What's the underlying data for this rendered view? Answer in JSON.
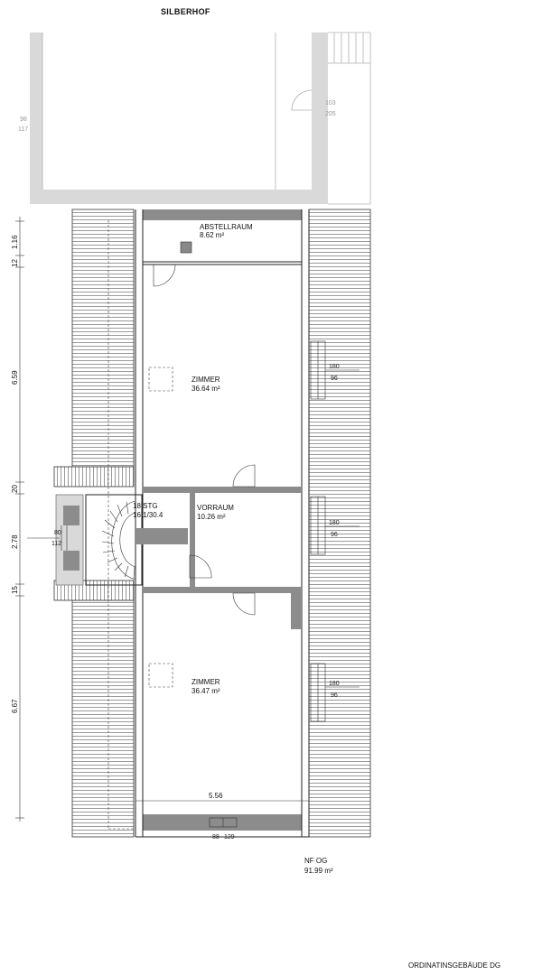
{
  "header": {
    "building": "SILBERHOF"
  },
  "rooms": {
    "abstellraum": {
      "name": "ABSTELLRAUM",
      "area": "8.62 m²"
    },
    "zimmer_top": {
      "name": "ZIMMER",
      "area": "36.64 m²"
    },
    "vorraum": {
      "name": "VORRAUM",
      "area": "10.26 m²"
    },
    "zimmer_bottom": {
      "name": "ZIMMER",
      "area": "36.47 m²"
    }
  },
  "stair": {
    "steps": "18 STG",
    "ratio": "16.1/30.4"
  },
  "dimensions": {
    "left": [
      "1.16",
      "12",
      "6.59",
      "20",
      "2.78",
      "15",
      "6.67"
    ],
    "width": "5.56",
    "left_window": {
      "w": "80",
      "h": "112"
    },
    "right_windows": [
      {
        "w": "180",
        "h": "96"
      },
      {
        "w": "180",
        "h": "96"
      },
      {
        "w": "180",
        "h": "96"
      }
    ],
    "bottom_window": {
      "w": "88",
      "h": "129"
    },
    "upper_grey_left": {
      "w": "98",
      "h": "117"
    },
    "upper_grey_right": {
      "w": "103",
      "h": "205"
    }
  },
  "summary": {
    "label": "NF OG",
    "value": "91.99 m²"
  },
  "footer": {
    "plan_title": "ORDINATINSGEBÄUDE DG"
  }
}
